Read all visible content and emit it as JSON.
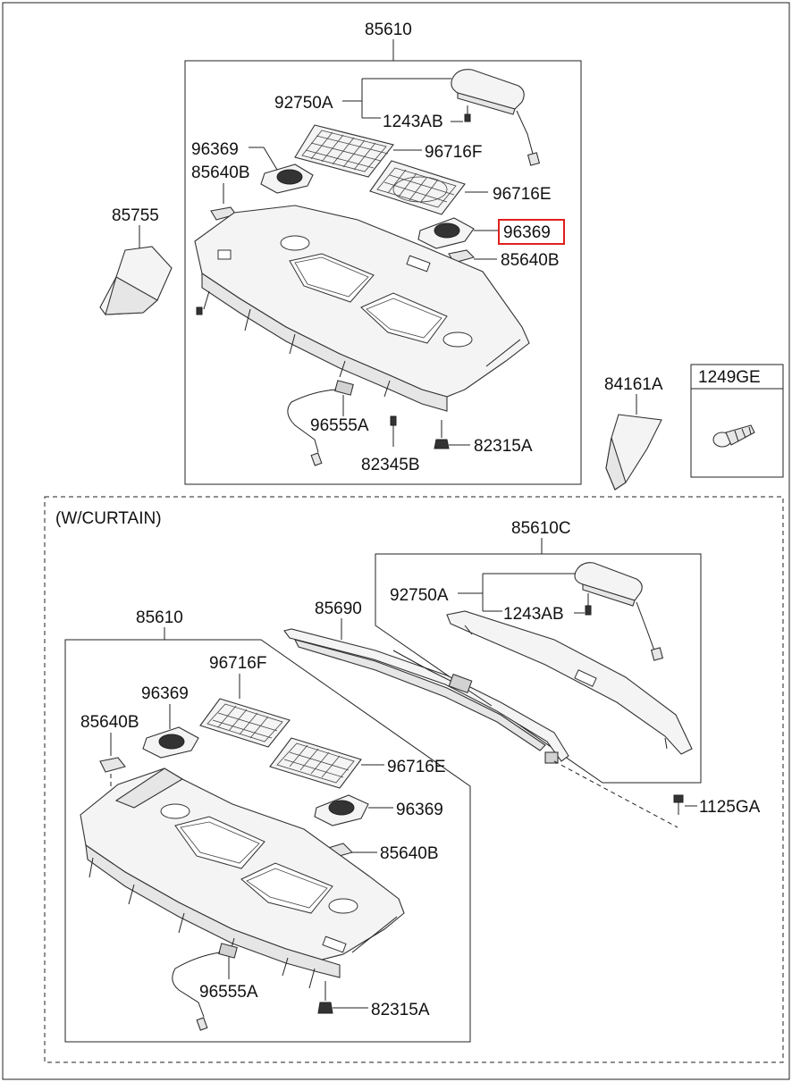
{
  "section_label": "(W/CURTAIN)",
  "highlight_color": "#e0201c",
  "upper": {
    "assembly": "85610",
    "labels": {
      "p92750A": "92750A",
      "p1243AB": "1243AB",
      "p96369_left": "96369",
      "p96716F": "96716F",
      "p85640B_left": "85640B",
      "p96716E": "96716E",
      "p96369_right": "96369",
      "p85640B_right": "85640B",
      "p96555A": "96555A",
      "p82345B": "82345B",
      "p82315A": "82315A"
    }
  },
  "side": {
    "p85755": "85755",
    "p84161A": "84161A",
    "p1249GE": "1249GE"
  },
  "lower": {
    "assembly_c": "85610C",
    "p92750A": "92750A",
    "p1243AB": "1243AB",
    "p85690": "85690",
    "p1125GA": "1125GA",
    "assembly": "85610",
    "p96716F": "96716F",
    "p96369_a": "96369",
    "p85640B_a": "85640B",
    "p96716E": "96716E",
    "p96369_b": "96369",
    "p85640B_b": "85640B",
    "p96555A": "96555A",
    "p82315A": "82315A"
  }
}
